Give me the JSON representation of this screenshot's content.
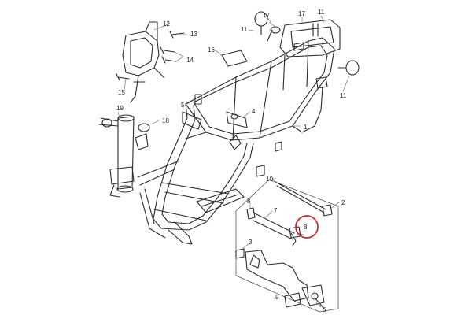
{
  "diagram": {
    "highlight_color": "#d62828",
    "line_color": "#2b2b2b",
    "callouts": [
      {
        "id": "c12",
        "label": "12"
      },
      {
        "id": "c13",
        "label": "13"
      },
      {
        "id": "c14",
        "label": "14"
      },
      {
        "id": "c15",
        "label": "15"
      },
      {
        "id": "c16",
        "label": "16"
      },
      {
        "id": "c17a",
        "label": "17"
      },
      {
        "id": "c17b",
        "label": "17"
      },
      {
        "id": "c11a",
        "label": "11"
      },
      {
        "id": "c11b",
        "label": "11"
      },
      {
        "id": "c11c",
        "label": "11"
      },
      {
        "id": "c5",
        "label": "5"
      },
      {
        "id": "c4",
        "label": "4"
      },
      {
        "id": "c19",
        "label": "19"
      },
      {
        "id": "c18",
        "label": "18"
      },
      {
        "id": "c1",
        "label": "1"
      },
      {
        "id": "c10",
        "label": "10"
      },
      {
        "id": "c2",
        "label": "2"
      },
      {
        "id": "c8a",
        "label": "8"
      },
      {
        "id": "c7",
        "label": "7"
      },
      {
        "id": "c8b",
        "label": "8"
      },
      {
        "id": "c3",
        "label": "3"
      },
      {
        "id": "c9",
        "label": "9"
      },
      {
        "id": "c6",
        "label": "6"
      }
    ],
    "highlighted_callout": "8"
  }
}
